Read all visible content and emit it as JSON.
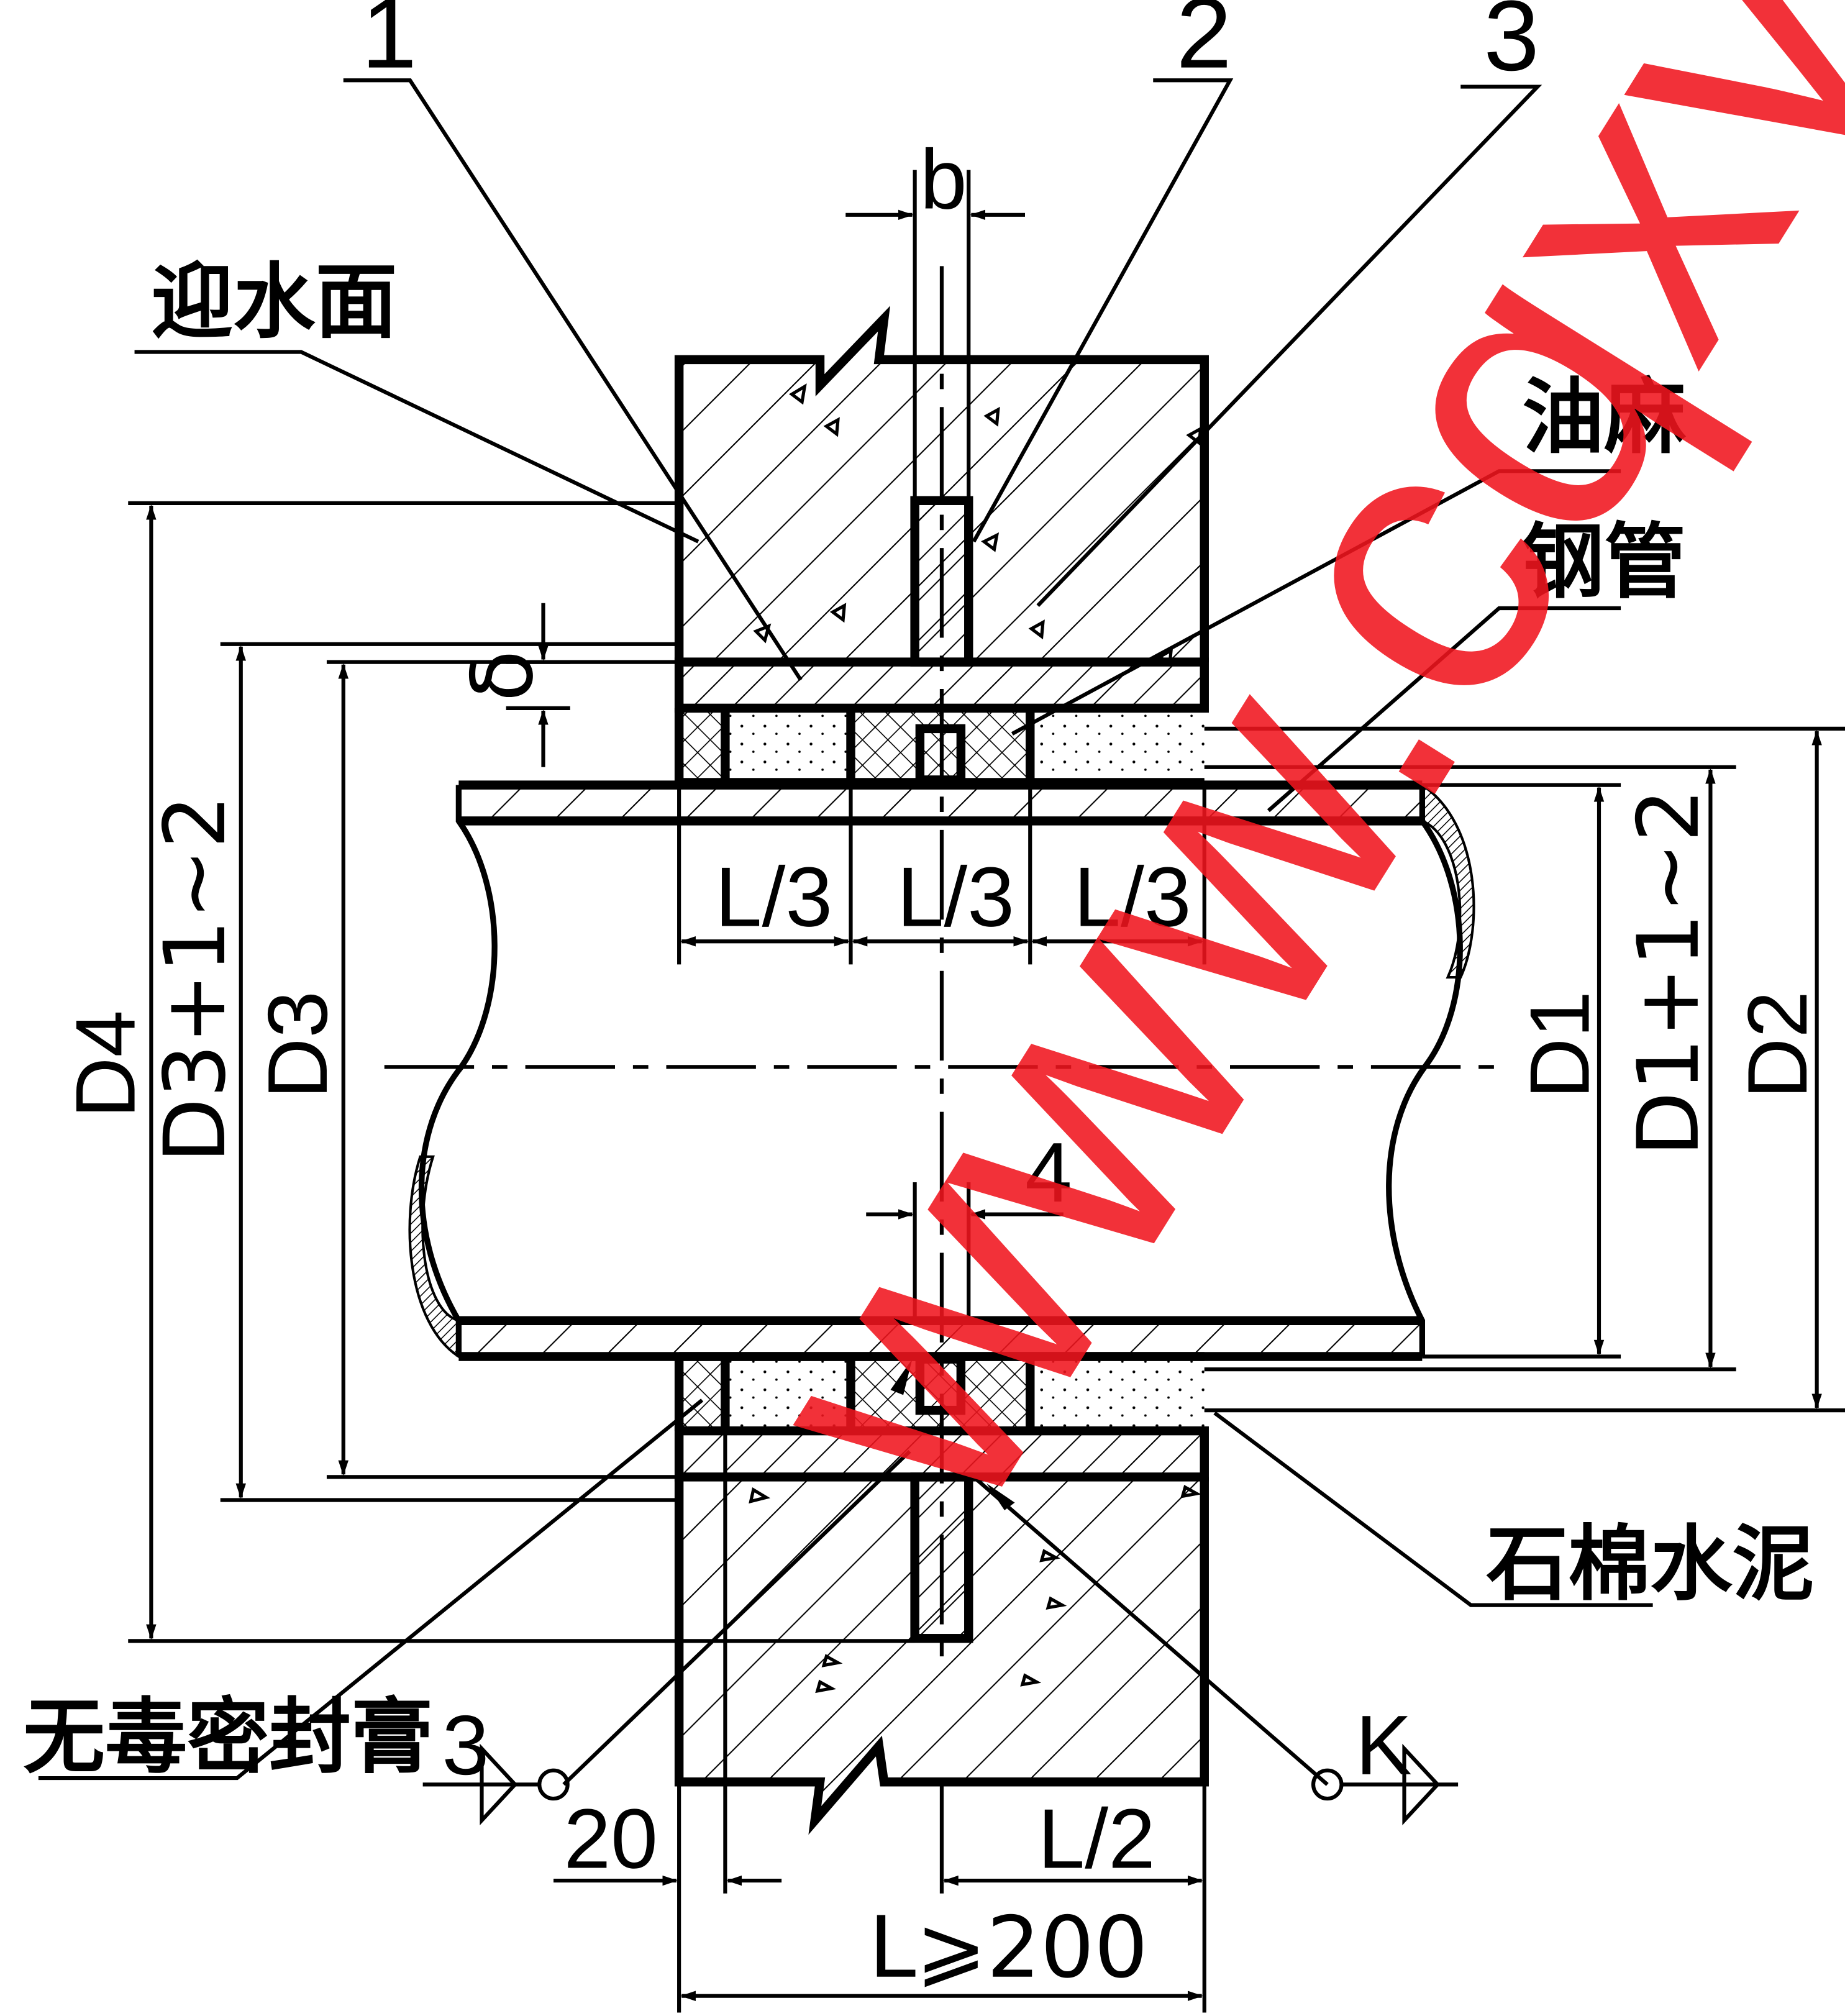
{
  "callouts": [
    "1",
    "2",
    "3",
    "4"
  ],
  "labels": {
    "upstream_face": "迎水面",
    "oakum": "油麻",
    "steel_pipe": "钢管",
    "asbestos_cement": "石棉水泥",
    "sealant": "无毒密封膏"
  },
  "dimensions": {
    "b": "b",
    "delta": "δ",
    "third": "L/3",
    "half": "L/2",
    "twenty": "20",
    "total": "L⩾200",
    "D1": "D1",
    "D2": "D2",
    "D3": "D3",
    "D4": "D4",
    "D1_plus": "D1+1∼2",
    "D3_plus": "D3+1∼2"
  },
  "weld_symbols": {
    "left": "3",
    "right": "K"
  },
  "watermark": "www.cqxyg",
  "colors": {
    "line": "#000000",
    "watermark": "#f0141e",
    "background": "#ffffff"
  }
}
